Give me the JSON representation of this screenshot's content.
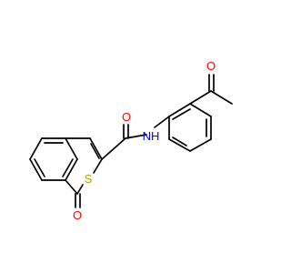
{
  "atoms": {
    "carbonyl_oxygen_amide": "O",
    "amide_nitrogen": "NH",
    "acetyl_oxygen": "O",
    "ring_sulfur": "S",
    "lactone_oxygen": "O"
  },
  "colors": {
    "bond": "#000000",
    "oxygen": "#ff0000",
    "nitrogen": "#0000ff",
    "sulfur": "#b8a400"
  }
}
